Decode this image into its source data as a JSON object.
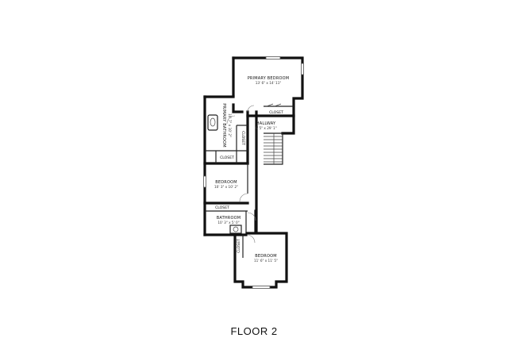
{
  "floor_label": "FLOOR 2",
  "rooms": {
    "primary_bedroom": {
      "name": "PRIMARY BEDROOM",
      "dims": "13' 6\" x 14' 11\""
    },
    "primary_bathroom": {
      "name": "PRIMARY BATHROOM",
      "dims": "10' 7\" x 10' 2\""
    },
    "hallway": {
      "name": "HALLWAY",
      "dims": "6' 5\" x 29' 1\""
    },
    "bedroom_1": {
      "name": "BEDROOM",
      "dims": "10' 3\" x 10' 2\""
    },
    "bathroom": {
      "name": "BATHROOM",
      "dims": "10' 3\" x 5' 0\""
    },
    "bedroom_2": {
      "name": "BEDROOM",
      "dims": "11' 6\" x 11' 5\""
    }
  },
  "closets": {
    "primary_bedroom": "CLOSET",
    "primary_bath_vertical": "CLOSET",
    "primary_bath_bottom": "CLOSET",
    "bedroom_1": "CLOSET",
    "bedroom_2": "CLOSET"
  }
}
